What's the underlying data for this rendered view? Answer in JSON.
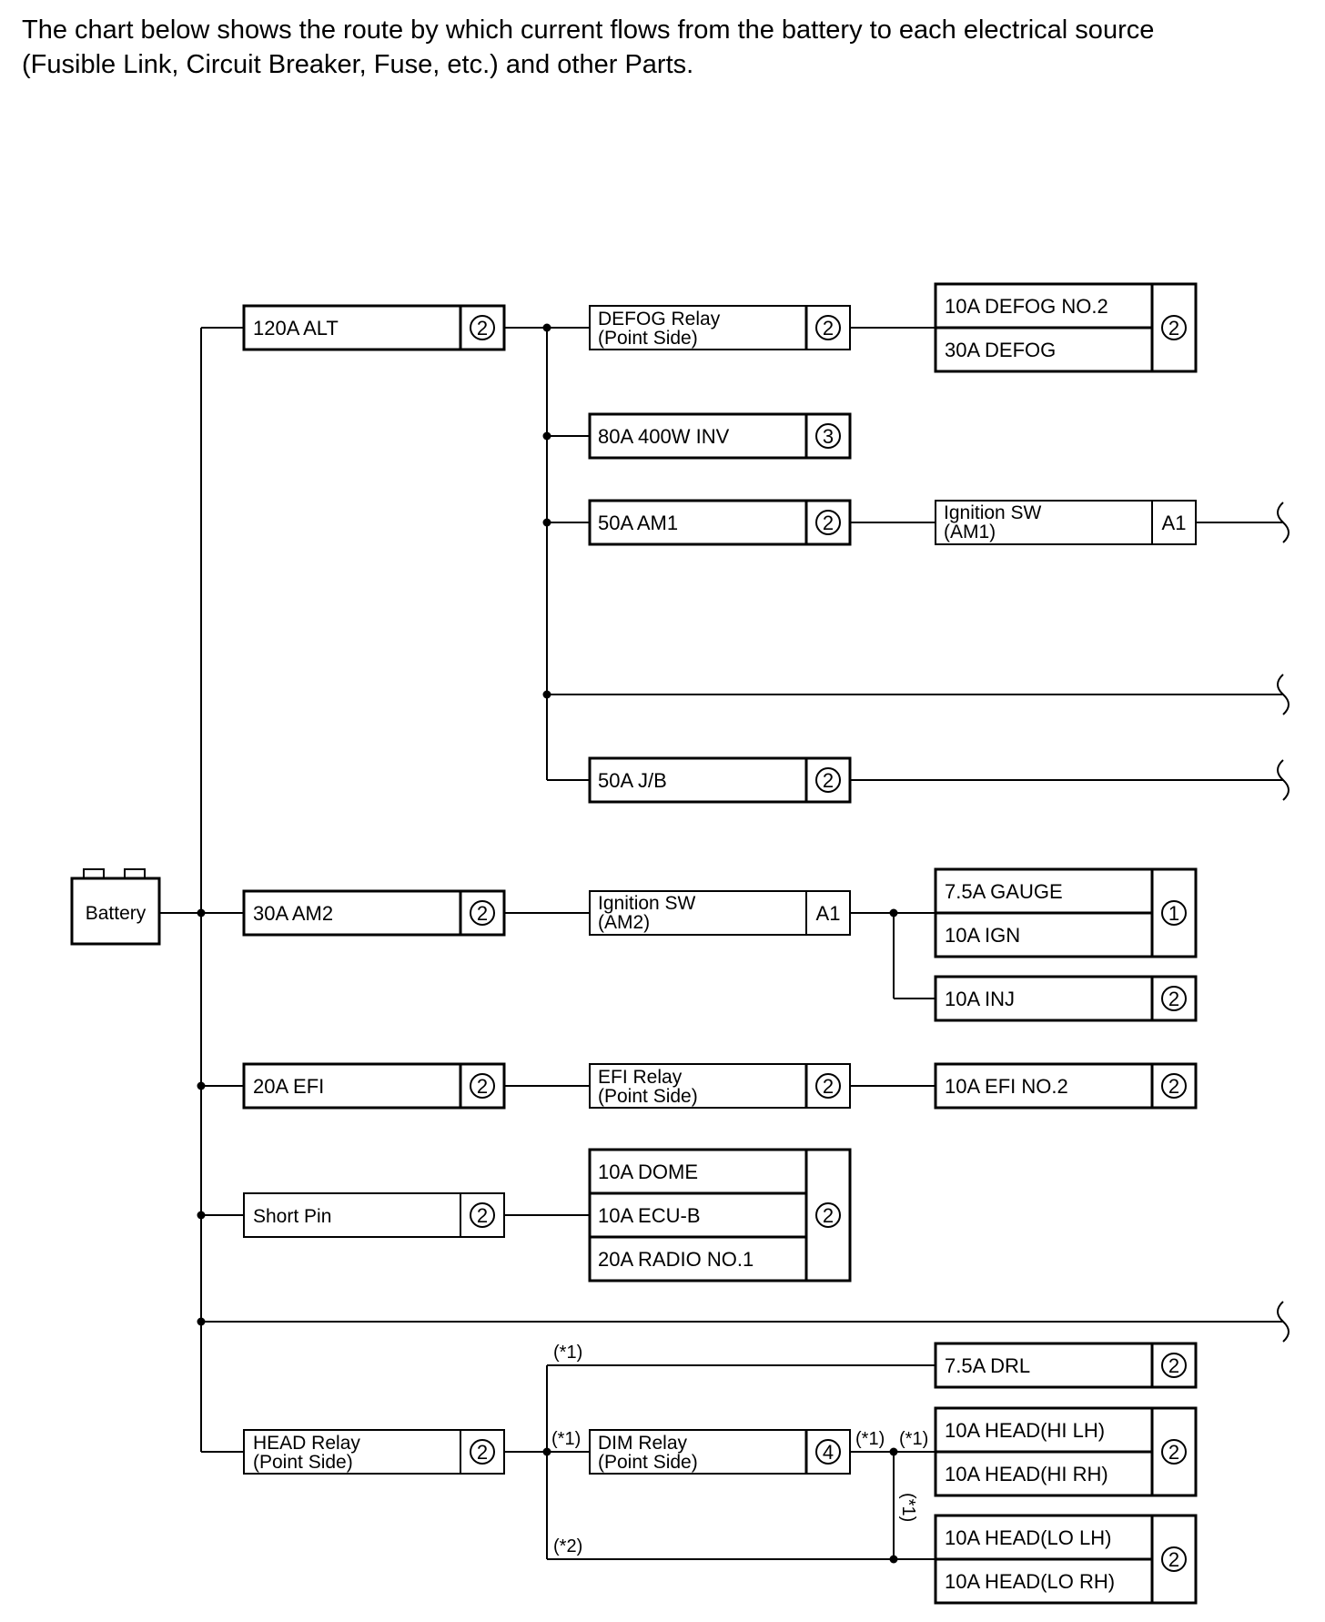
{
  "intro": {
    "line1": "The chart below shows the route by which current flows from the battery to each electrical source",
    "line2": "(Fusible Link, Circuit Breaker, Fuse, etc.) and other Parts."
  },
  "battery": "Battery",
  "branches": {
    "alt": {
      "label": "120A ALT",
      "num": "2"
    },
    "am2": {
      "label": "30A AM2",
      "num": "2"
    },
    "efi": {
      "label": "20A EFI",
      "num": "2"
    },
    "short_pin": {
      "label": "Short Pin",
      "num": "2"
    },
    "head_relay": {
      "line1": "HEAD Relay",
      "line2": "(Point Side)",
      "num": "2"
    }
  },
  "alt_sub": {
    "defog_relay": {
      "line1": "DEFOG Relay",
      "line2": "(Point Side)",
      "num": "2"
    },
    "defog_fuses": {
      "items": [
        "10A DEFOG NO.2",
        "30A DEFOG"
      ],
      "num": "2"
    },
    "inv": {
      "label": "80A 400W INV",
      "num": "3"
    },
    "am1": {
      "label": "50A AM1",
      "num": "2"
    },
    "ign_am1": {
      "line1": "Ignition SW",
      "line2": "(AM1)",
      "num": "A1"
    },
    "jb": {
      "label": "50A J/B",
      "num": "2"
    }
  },
  "am2_sub": {
    "ign_am2": {
      "line1": "Ignition SW",
      "line2": "(AM2)",
      "num": "A1"
    },
    "gauge_ign": {
      "items": [
        "7.5A GAUGE",
        "10A IGN"
      ],
      "num": "1"
    },
    "inj": {
      "label": "10A INJ",
      "num": "2"
    }
  },
  "efi_sub": {
    "efi_relay": {
      "line1": "EFI Relay",
      "line2": "(Point Side)",
      "num": "2"
    },
    "efi_no2": {
      "label": "10A EFI NO.2",
      "num": "2"
    }
  },
  "short_pin_sub": {
    "fuses": {
      "items": [
        "10A DOME",
        "10A ECU-B",
        "20A RADIO NO.1"
      ],
      "num": "2"
    }
  },
  "head_sub": {
    "note_top": "(*1)",
    "note_mid": "(*1)",
    "note_low": "(*2)",
    "note_after_dim": "(*1)",
    "note_before_hi": "(*1)",
    "note_vertical": "(*1)",
    "drl": {
      "label": "7.5A DRL",
      "num": "2"
    },
    "dim_relay": {
      "line1": "DIM Relay",
      "line2": "(Point Side)",
      "num": "4"
    },
    "head_hi": {
      "items": [
        "10A HEAD(HI LH)",
        "10A HEAD(HI RH)"
      ],
      "num": "2"
    },
    "head_lo": {
      "items": [
        "10A HEAD(LO LH)",
        "10A HEAD(LO RH)"
      ],
      "num": "2"
    }
  },
  "symbols": {
    "circled_number": "circle-outline",
    "continuation": "break-mark"
  }
}
